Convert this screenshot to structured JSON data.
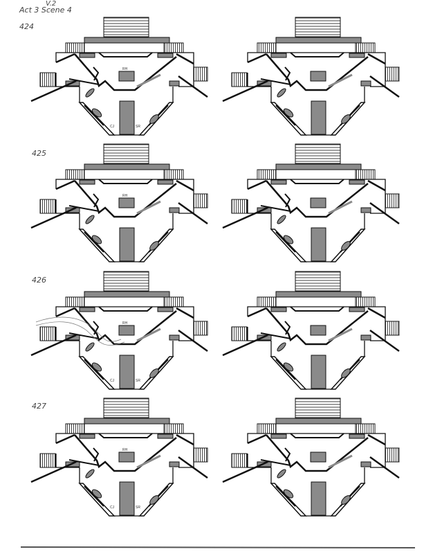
{
  "header": {
    "title": "Act 3 Scene 4",
    "version": "V.2"
  },
  "cues": [
    {
      "number": "424"
    },
    {
      "number": "425"
    },
    {
      "number": "426"
    },
    {
      "number": "427"
    }
  ],
  "labels": {
    "rh": "RH",
    "cj": "CJ",
    "sr": "SR"
  },
  "colors": {
    "ink": "#111111",
    "fill": "#8a8a8a"
  }
}
